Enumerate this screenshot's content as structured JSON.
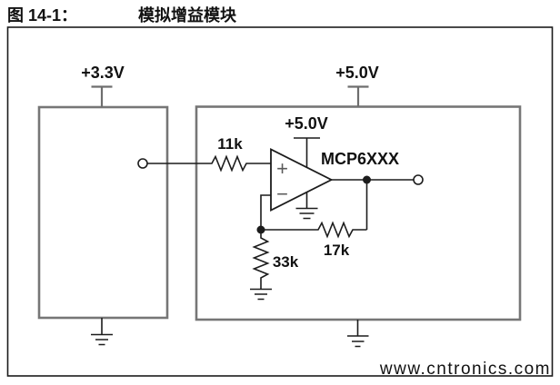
{
  "figure": {
    "label": "图 14-1：",
    "title": "模拟增益模块"
  },
  "circuit": {
    "left_block_supply": "+3.3V",
    "right_block_supply": "+5.0V",
    "opamp_supply": "+5.0V",
    "opamp_part_number": "MCP6XXX",
    "opamp_noninverting_input": "+",
    "opamp_inverting_input": "−",
    "input_resistor": "11k",
    "feedback_resistor": "17k",
    "ground_resistor": "33k"
  },
  "watermark": {
    "text": "www.cntronics.com"
  },
  "colors": {
    "wire": "#1c1c1c",
    "block_border": "#767676",
    "supply_rail": "#6e6e6e",
    "opamp_sign": "#5a5a5a",
    "watermark": "#b7e3a6"
  }
}
